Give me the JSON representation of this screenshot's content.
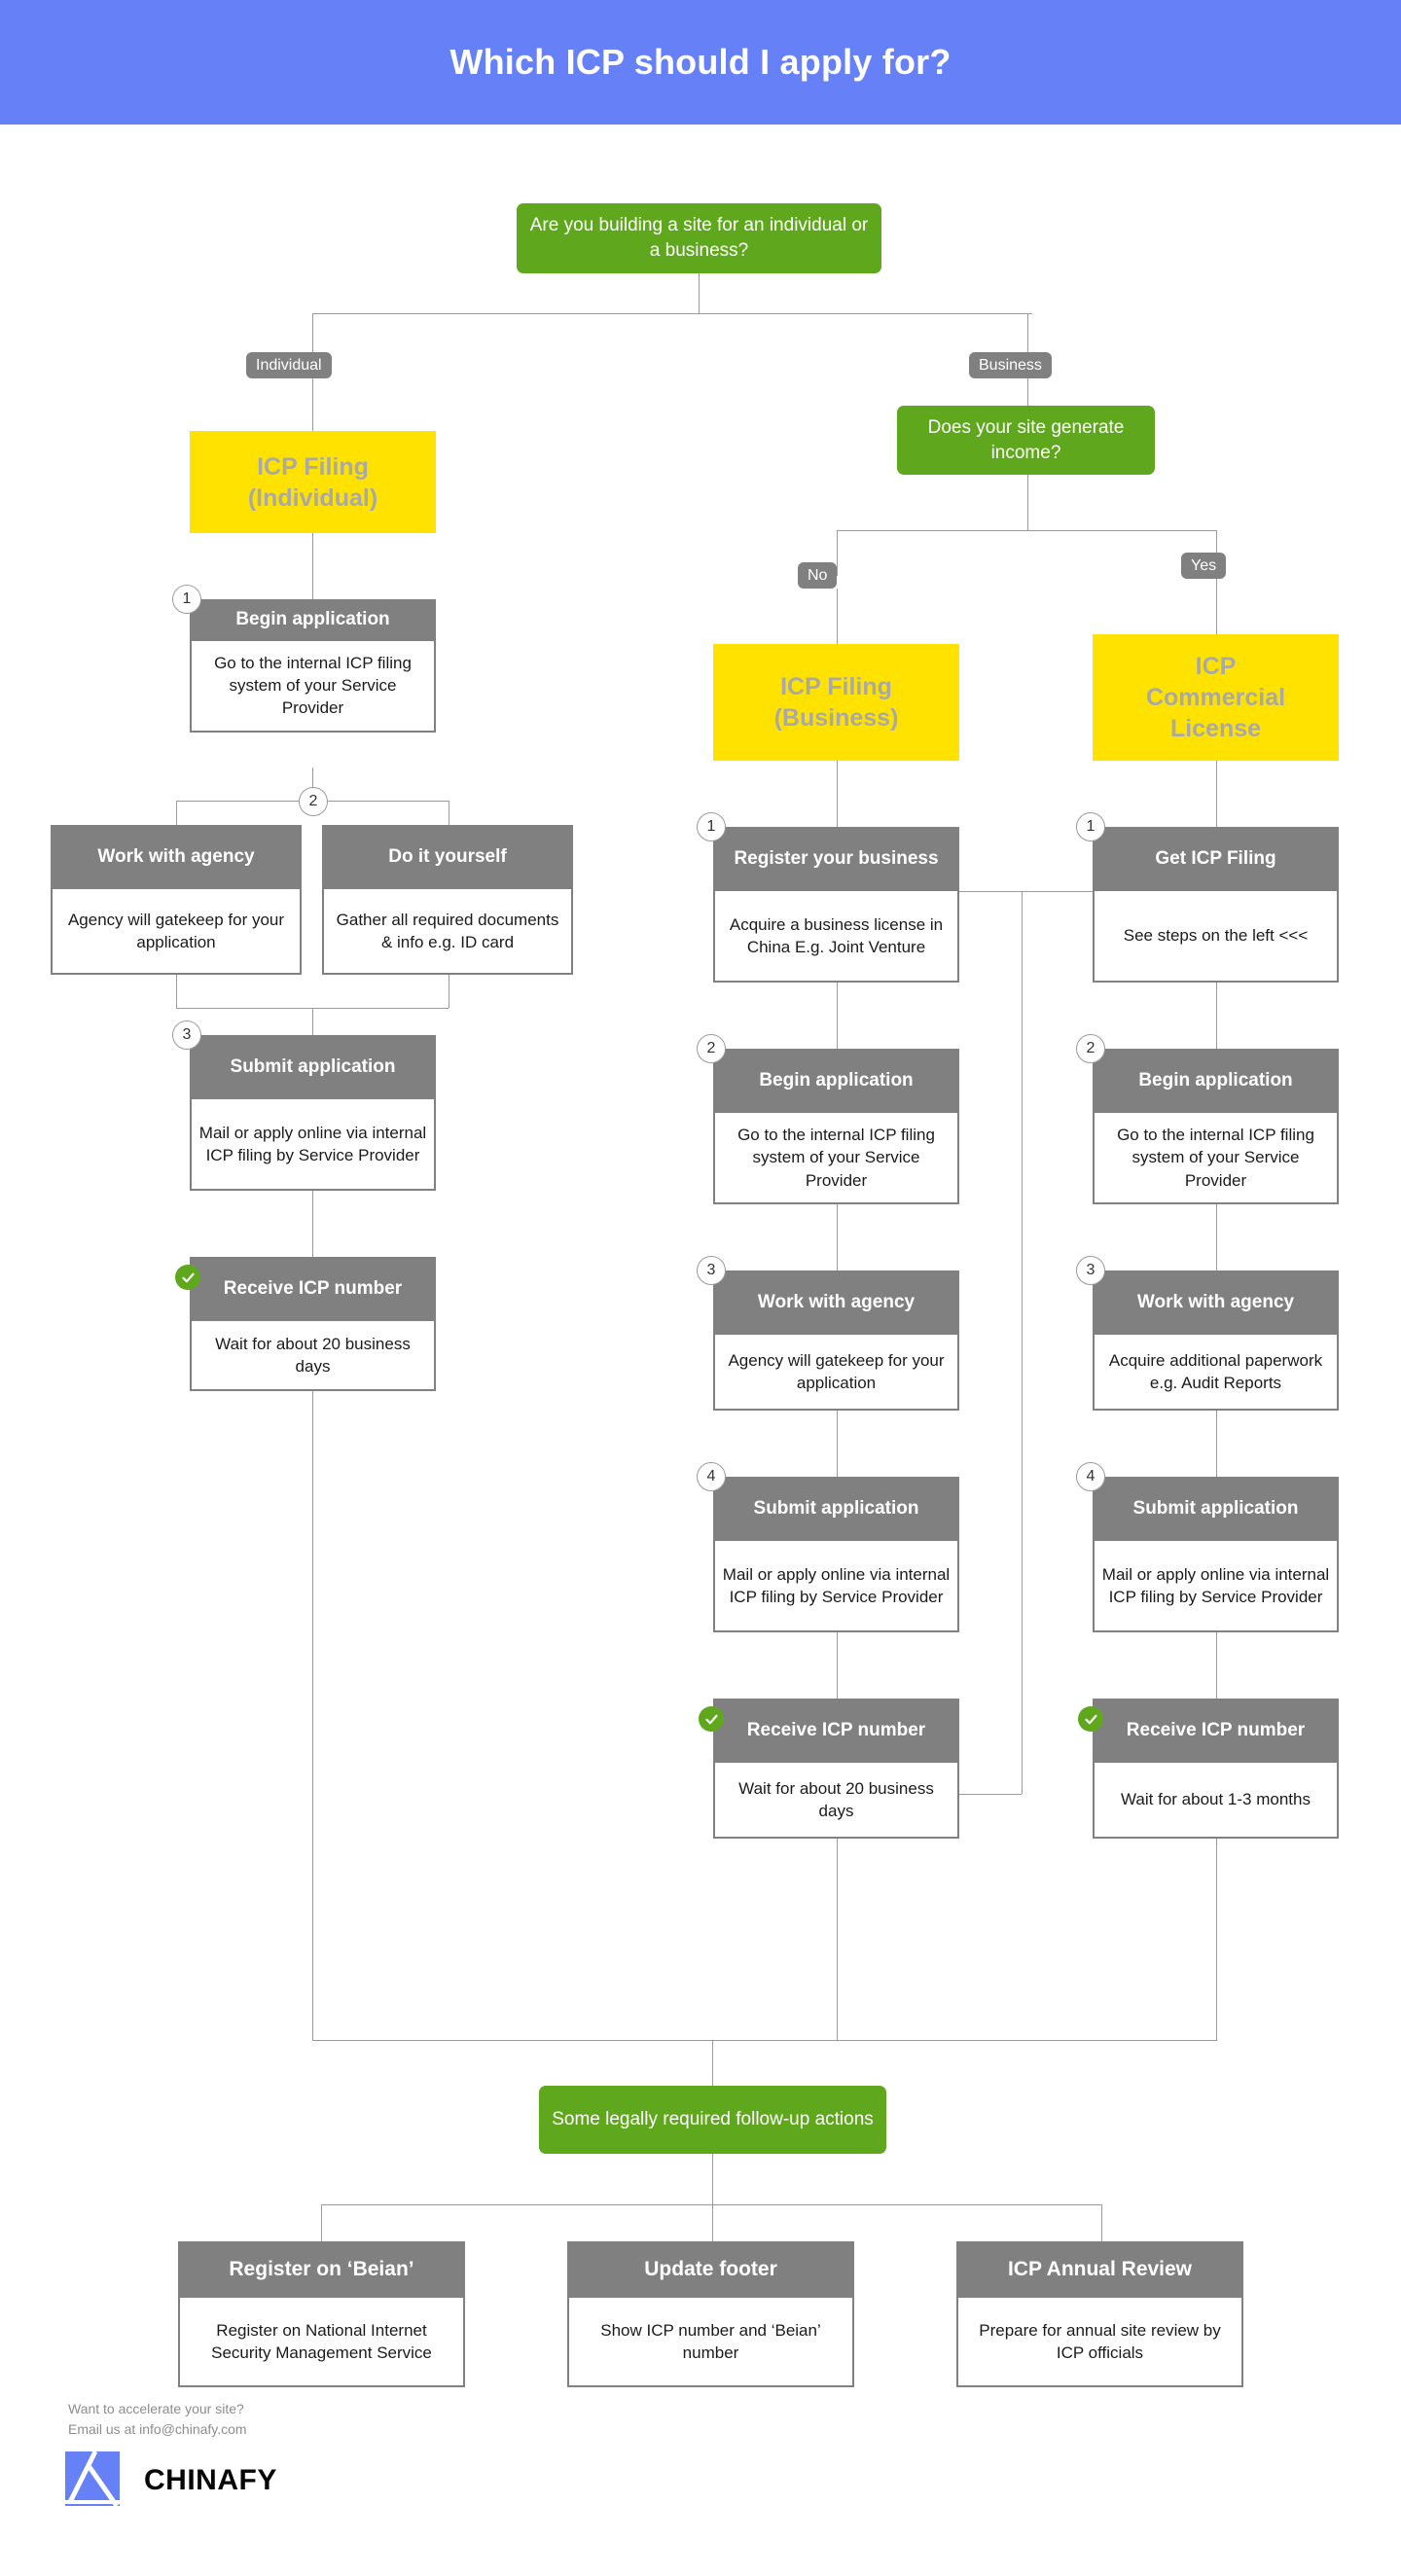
{
  "header": {
    "title": "Which ICP should I apply for?",
    "bg_color": "#6680f8"
  },
  "colors": {
    "green": "#5fa71d",
    "yellow": "#ffe200",
    "gray": "#808080",
    "line": "#9a9a9a",
    "yellow_text": "#a9a9a9",
    "blue": "#6680f8"
  },
  "decisions": [
    {
      "id": "d1",
      "text": "Are you building a site for an individual or a business?"
    },
    {
      "id": "d2",
      "text": "Does your site generate income?"
    },
    {
      "id": "d3",
      "text": "Some legally required follow-up actions"
    }
  ],
  "branch_labels": [
    {
      "id": "individual",
      "label": "Individual"
    },
    {
      "id": "business",
      "label": "Business"
    },
    {
      "id": "no",
      "label": "No"
    },
    {
      "id": "yes",
      "label": "Yes"
    }
  ],
  "outcomes": [
    {
      "id": "icp-filing-individual",
      "line1": "ICP Filing",
      "line2": "(Individual)"
    },
    {
      "id": "icp-filing-business",
      "line1": "ICP Filing",
      "line2": "(Business)"
    },
    {
      "id": "icp-commercial-license",
      "line1": "ICP",
      "line2": "Commercial",
      "line3": "License"
    }
  ],
  "individual_steps": [
    {
      "num": "1",
      "title": "Begin application",
      "body": "Go to the internal ICP filing system of your Service Provider"
    },
    {
      "num": "2",
      "title": "Work with agency",
      "body": "Agency will gatekeep for your application"
    },
    {
      "num": "2b",
      "title": "Do it yourself",
      "body": "Gather all required documents & info e.g. ID card"
    },
    {
      "num": "3",
      "title": "Submit application",
      "body": "Mail or apply online via internal ICP filing by Service Provider"
    },
    {
      "num": "check",
      "title": "Receive ICP number",
      "body": "Wait for about 20 business days"
    }
  ],
  "business_steps": [
    {
      "num": "1",
      "title": "Register your business",
      "body": "Acquire a business license in China E.g. Joint Venture"
    },
    {
      "num": "2",
      "title": "Begin application",
      "body": "Go to the internal ICP filing system of your Service Provider"
    },
    {
      "num": "3",
      "title": "Work with agency",
      "body": "Agency will gatekeep for your application"
    },
    {
      "num": "4",
      "title": "Submit application",
      "body": "Mail or apply online via internal ICP filing by Service Provider"
    },
    {
      "num": "check",
      "title": "Receive ICP number",
      "body": "Wait for about 20 business days"
    }
  ],
  "commercial_steps": [
    {
      "num": "1",
      "title": "Get ICP Filing",
      "body": "See steps on the left <<<"
    },
    {
      "num": "2",
      "title": "Begin application",
      "body": "Go to the internal ICP filing system of your Service Provider"
    },
    {
      "num": "3",
      "title": "Work with agency",
      "body": "Acquire additional paperwork e.g. Audit Reports"
    },
    {
      "num": "4",
      "title": "Submit application",
      "body": "Mail or apply online via internal ICP filing by Service Provider"
    },
    {
      "num": "check",
      "title": "Receive ICP number",
      "body": "Wait for about 1-3 months"
    }
  ],
  "followup_steps": [
    {
      "title": "Register on ‘Beian’",
      "body": "Register on National Internet Security Management Service"
    },
    {
      "title": "Update footer",
      "body": "Show ICP number and ‘Beian’ number"
    },
    {
      "title": "ICP Annual Review",
      "body": "Prepare for annual site review by ICP officials"
    }
  ],
  "footer": {
    "line1": "Want to accelerate your site?",
    "line2": "Email us at info@chinafy.com",
    "brand": "CHINAFY"
  }
}
